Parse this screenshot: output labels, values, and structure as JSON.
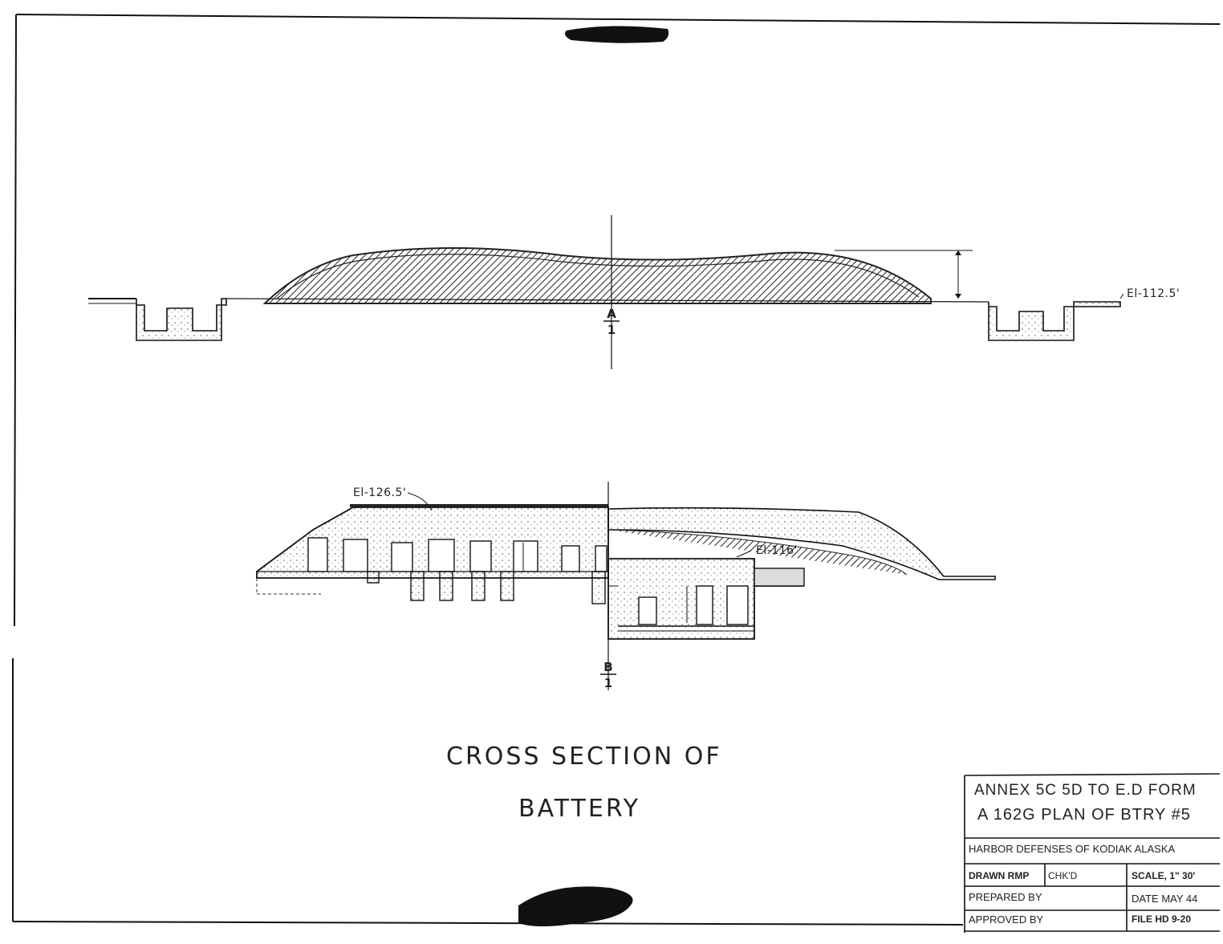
{
  "title": {
    "line1": "CROSS SECTION OF",
    "line2": "BATTERY"
  },
  "elevations": {
    "top_right": "El-112.5'",
    "lower_left": "El-126.5'",
    "lower_right": "El-116'"
  },
  "section_marks": {
    "a_letter": "A",
    "a_number": "1",
    "b_letter": "B",
    "b_number": "1"
  },
  "title_block": {
    "annex_line1": "ANNEX 5C 5D TO E.D FORM",
    "annex_line2": "A 162G PLAN OF BTRY #5",
    "org": "HARBOR DEFENSES OF KODIAK ALASKA",
    "drawn": "DRAWN RMP",
    "checked": "CHK'D",
    "scale": "SCALE, 1\" 30'",
    "prepared": "PREPARED BY",
    "date": "DATE MAY 44",
    "approved": "APPROVED BY",
    "file": "FILE HD 9-20"
  }
}
